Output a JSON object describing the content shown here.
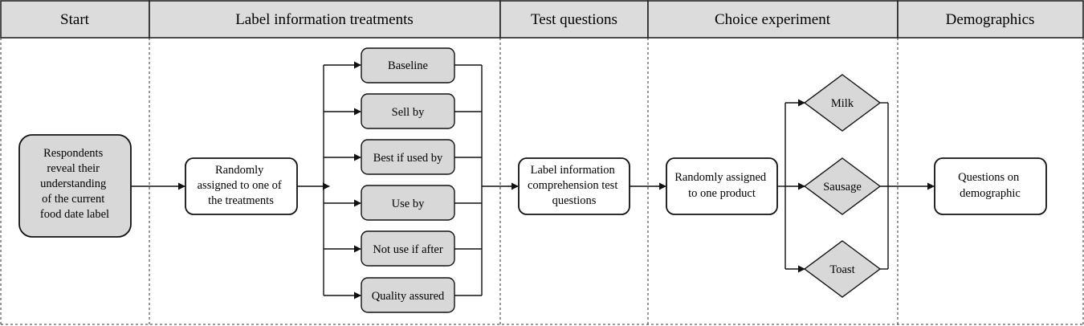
{
  "colors": {
    "header_fill": "#dcdcdc",
    "shaded_fill": "#d8d8d8",
    "line": "#111111",
    "white": "#ffffff"
  },
  "headers": [
    {
      "id": "start",
      "label": "Start"
    },
    {
      "id": "label-info",
      "label": "Label information treatments"
    },
    {
      "id": "test-questions",
      "label": "Test questions"
    },
    {
      "id": "choice-experiment",
      "label": "Choice experiment"
    },
    {
      "id": "demographics",
      "label": "Demographics"
    }
  ],
  "nodes": {
    "respondents": {
      "lines": [
        "Respondents",
        "reveal their",
        "understanding",
        "of the current",
        "food date label"
      ]
    },
    "randomly_treatments": {
      "lines": [
        "Randomly",
        "assigned to one of",
        "the treatments"
      ]
    },
    "treatments": [
      {
        "label": "Baseline"
      },
      {
        "label": "Sell by"
      },
      {
        "label": "Best if used by"
      },
      {
        "label": "Use by"
      },
      {
        "label": "Not use if after"
      },
      {
        "label": "Quality assured"
      }
    ],
    "comprehension": {
      "lines": [
        "Label information",
        "comprehension test",
        "questions"
      ]
    },
    "randomly_product": {
      "lines": [
        "Randomly assigned",
        "to one product"
      ]
    },
    "products": [
      {
        "label": "Milk"
      },
      {
        "label": "Sausage"
      },
      {
        "label": "Toast"
      }
    ],
    "demographic_q": {
      "lines": [
        "Questions on",
        "demographic"
      ]
    }
  }
}
